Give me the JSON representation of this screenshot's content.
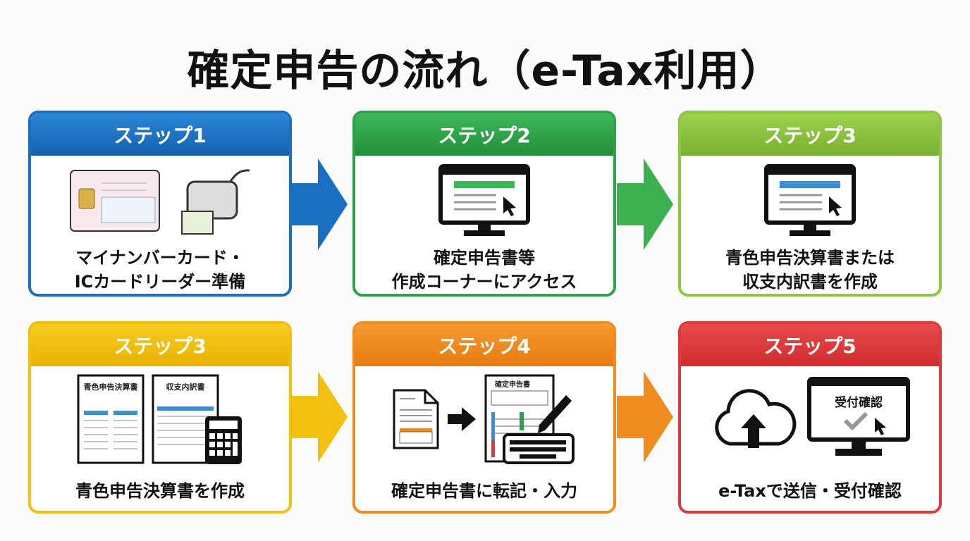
{
  "title": "確定申告の流れ（e-Tax利用）",
  "colors": {
    "blue": "#1b6fc2",
    "green": "#2ea449",
    "lime": "#8dc63f",
    "yellow": "#f2c00f",
    "orange": "#f08b1e",
    "red": "#e0393b"
  },
  "steps": [
    {
      "label": "ステップ1",
      "caption": [
        "マイナンバーカード・",
        "ICカードリーダー準備"
      ],
      "icons": [
        "my-number-card-icon",
        "card-reader-icon"
      ]
    },
    {
      "label": "ステップ2",
      "caption": [
        "確定申告書等",
        "作成コーナーにアクセス"
      ],
      "icons": [
        "monitor-cursor-icon"
      ]
    },
    {
      "label": "ステップ3",
      "caption": [
        "青色申告決算書または",
        "収支内訳書を作成"
      ],
      "icons": [
        "monitor-cursor-icon"
      ]
    },
    {
      "label": "ステップ3",
      "caption": [
        "青色申告決算書を作成"
      ],
      "icons": [
        "document-icon",
        "document-icon",
        "calculator-icon"
      ],
      "doc_labels": [
        "青色申告決算書",
        "収支内訳書"
      ]
    },
    {
      "label": "ステップ4",
      "caption": [
        "確定申告書に転記・入力"
      ],
      "icons": [
        "document-icon",
        "arrow-right-icon",
        "form-icon",
        "pen-icon",
        "keyboard-icon"
      ],
      "doc_labels": [
        "確定申告書"
      ]
    },
    {
      "label": "ステップ5",
      "caption": [
        "e-Taxで送信・受付確認"
      ],
      "icons": [
        "cloud-upload-icon",
        "monitor-check-icon"
      ],
      "screen_text": "受付確認"
    }
  ]
}
